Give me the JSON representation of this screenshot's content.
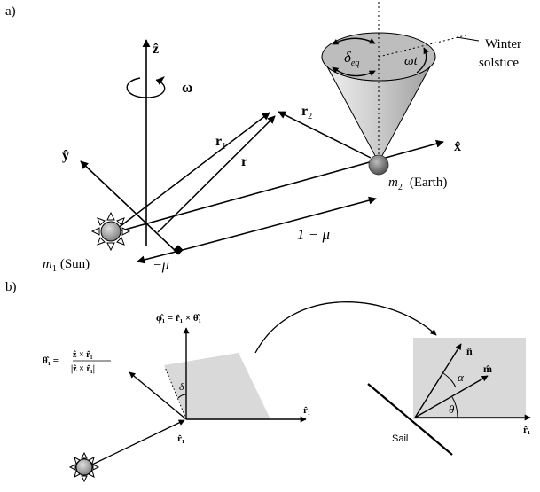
{
  "panel_a": {
    "label": "a)",
    "axes": {
      "z": "ẑ",
      "y": "ŷ",
      "x": "x̂"
    },
    "omega": "ω",
    "vectors": {
      "r1_base": "r",
      "r1_sub": "1",
      "r": "r",
      "r2_base": "r",
      "r2_sub": "2"
    },
    "delta_base": "δ",
    "delta_sub": "eq",
    "omega_t": "ωt",
    "winter_line1": "Winter",
    "winter_line2": "solstice",
    "m2_base": "m",
    "m2_sub": "2",
    "earth_label": "(Earth)",
    "m1_base": "m",
    "m1_sub": "1",
    "sun_label": "(Sun)",
    "one_minus_mu": "1 − μ",
    "minus_mu": "−μ",
    "colors": {
      "sun": "#8a8a8a",
      "earth": "#6b6b6b",
      "cone": "#c9c9c9"
    }
  },
  "panel_b": {
    "label": "b)",
    "phi_label": "φ̂₁ = r̂₁ × θ̂₁",
    "theta_lhs": "θ̂₁ =",
    "theta_num": "ẑ × r̂₁",
    "theta_den": "|ẑ × r̂₁|",
    "delta": "δ",
    "r1_right": "r̂₁",
    "r1_bottom": "r̂₁",
    "n_hat": "n̂",
    "m_hat": "m̂",
    "alpha": "α",
    "theta": "θ",
    "sail": "Sail",
    "r1_far": "r̂₁",
    "colors": {
      "plane": "#d9d9d9",
      "sun": "#8a8a8a"
    }
  }
}
